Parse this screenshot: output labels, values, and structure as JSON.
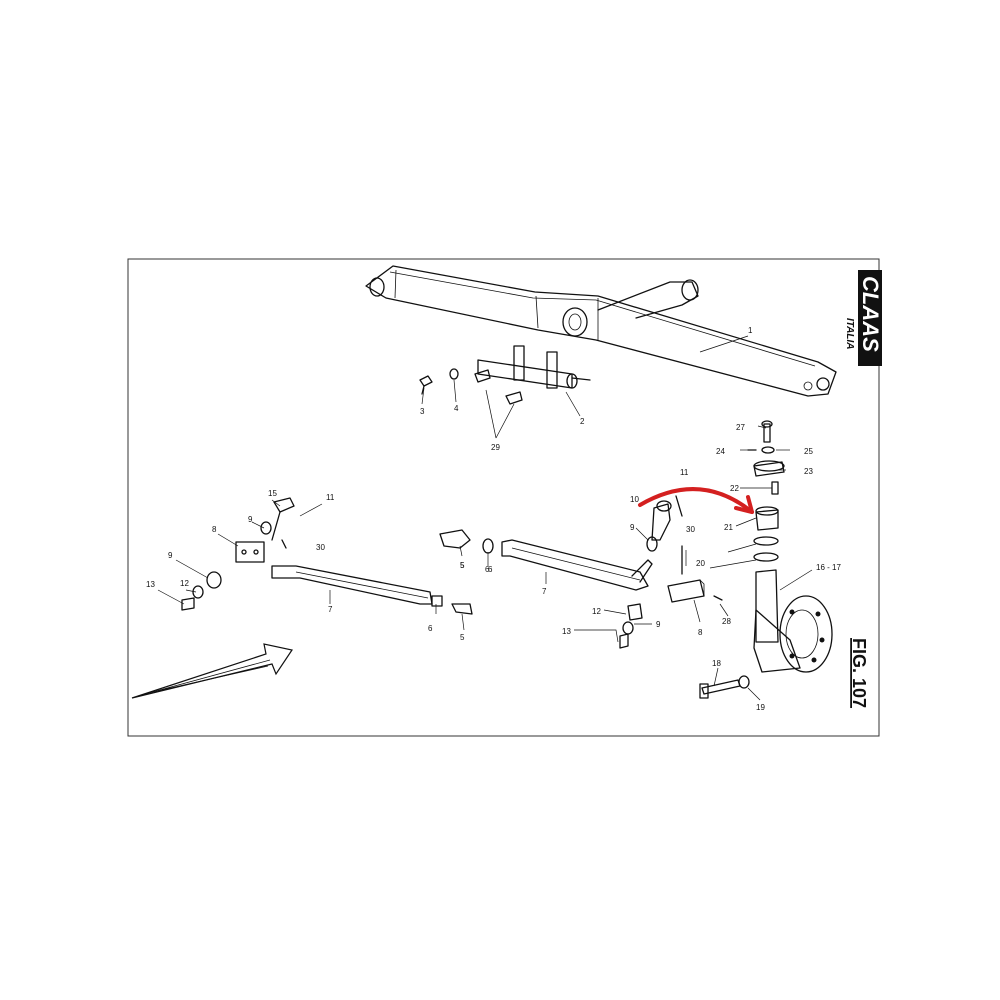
{
  "brand": {
    "logo_text": "CLAAS",
    "logo_sub": "ITALIA"
  },
  "figure_label": "FIG. 107",
  "highlight_color": "#d42020",
  "callouts": {
    "c1": "1",
    "c2": "2",
    "c3": "3",
    "c4": "4",
    "c29": "29",
    "c15": "15",
    "c11a": "11",
    "c9a": "9",
    "c8a": "8",
    "c30a": "30",
    "c9b": "9",
    "c12a": "12",
    "c13a": "13",
    "c7a": "7",
    "c6a": "6",
    "c5a": "5",
    "c5b": "5",
    "c6b": "6",
    "c7b": "7",
    "c6c": "6",
    "c5c": "5",
    "c11b": "11",
    "c10": "10",
    "c9c": "9",
    "c30b": "30",
    "c8b": "8",
    "c9d": "9",
    "c12b": "12",
    "c13b": "13",
    "c27": "27",
    "c24": "24",
    "c25": "25",
    "c23": "23",
    "c22": "22",
    "c21": "21",
    "c20": "20",
    "c1617": "16 - 17",
    "c28": "28",
    "c18": "18",
    "c19": "19"
  }
}
